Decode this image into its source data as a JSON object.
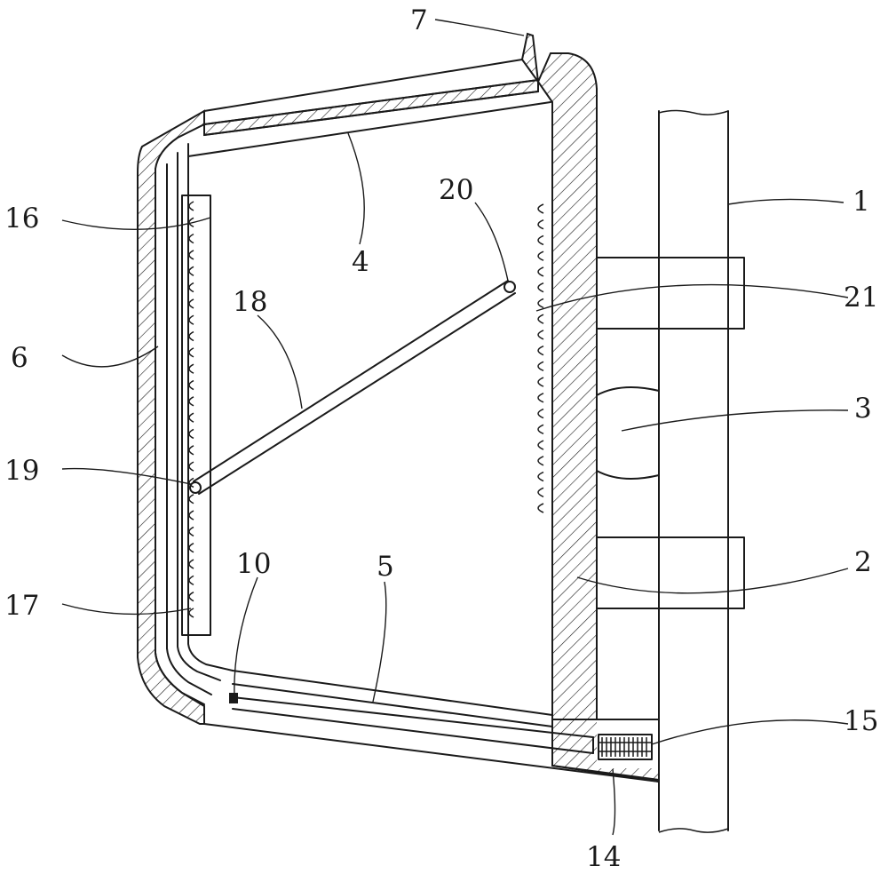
{
  "labels": {
    "l1": "1",
    "l2": "2",
    "l3": "3",
    "l4": "4",
    "l5": "5",
    "l6": "6",
    "l7": "7",
    "l10": "10",
    "l14": "14",
    "l15": "15",
    "l16": "16",
    "l17": "17",
    "l18": "18",
    "l19": "19",
    "l20": "20",
    "l21": "21"
  },
  "teeth": {
    "left_rack_count": 26,
    "right_rack_count": 20
  },
  "colors": {
    "line": "#1a1a1a",
    "background": "#ffffff"
  }
}
